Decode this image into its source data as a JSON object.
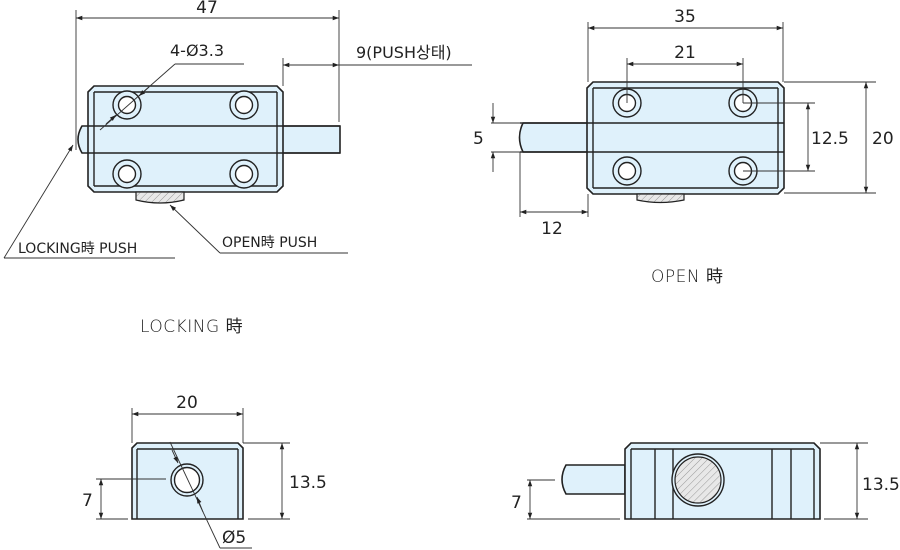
{
  "views": {
    "locking": {
      "caption": "LOCKING 時",
      "dims": {
        "width": "47",
        "holes": "4-Ø3.3",
        "push_travel": "9(PUSH상태)"
      },
      "callouts": {
        "locking_push": "LOCKING時 PUSH",
        "open_push": "OPEN時 PUSH"
      }
    },
    "open": {
      "caption": "OPEN 時",
      "dims": {
        "width": "35",
        "hole_pitch_x": "21",
        "bolt_dia": "5",
        "hole_pitch_y": "12.5",
        "height": "20",
        "bolt_protrusion": "12"
      }
    },
    "side_left": {
      "dims": {
        "width": "20",
        "height": "13.5",
        "bolt_center": "7",
        "hole_dia": "Ø5"
      }
    },
    "side_right": {
      "dims": {
        "height": "13.5",
        "bolt_center": "7"
      }
    }
  },
  "colors": {
    "body_fill": "#dff1fb",
    "line": "#222222"
  }
}
